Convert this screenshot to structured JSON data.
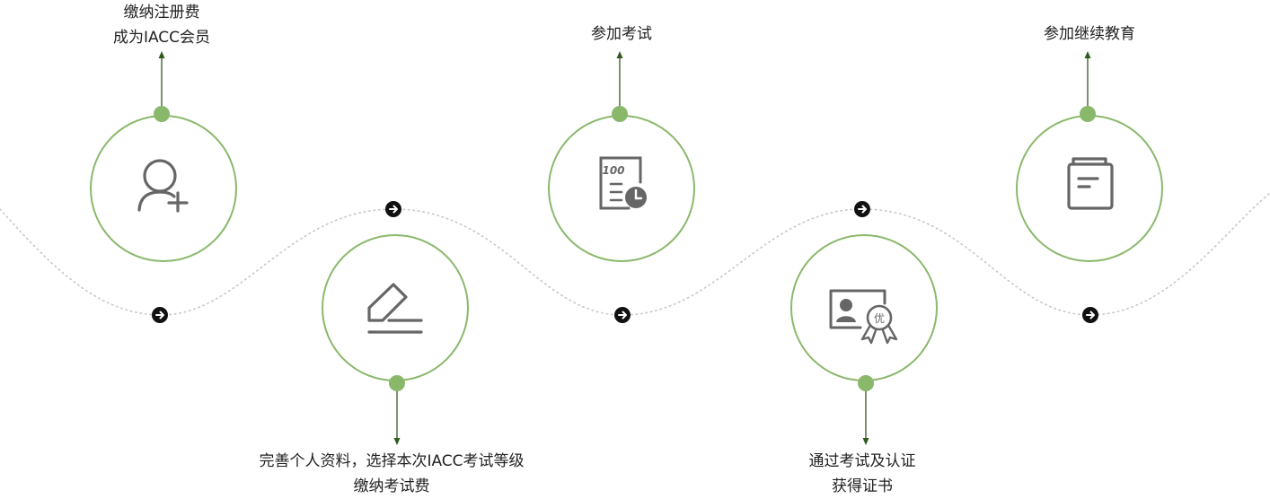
{
  "colors": {
    "accent": "#8ab86b",
    "ring": "#8ab86b",
    "arrow_line": "#2f5a1e",
    "icon": "#666666",
    "path": "#c8c8c8",
    "nav_dot": "#111111",
    "text": "#222222"
  },
  "steps": [
    {
      "icon": "add-user-icon",
      "label_lines": [
        "缴纳注册费",
        "成为IACC会员"
      ],
      "label_side": "top"
    },
    {
      "icon": "edit-form-icon",
      "label_lines": [
        "完善个人资料，选择本次IACC考试等级",
        "缴纳考试费"
      ],
      "label_side": "bottom"
    },
    {
      "icon": "exam-paper-icon",
      "label_lines": [
        "参加考试"
      ],
      "label_side": "top",
      "icon_text": "100"
    },
    {
      "icon": "certificate-icon",
      "label_lines": [
        "通过考试及认证",
        "获得证书"
      ],
      "label_side": "bottom",
      "icon_text": "优"
    },
    {
      "icon": "notebook-icon",
      "label_lines": [
        "参加继续教育"
      ],
      "label_side": "top"
    }
  ],
  "nav_arrow_icon": "arrow-right-circle-icon"
}
